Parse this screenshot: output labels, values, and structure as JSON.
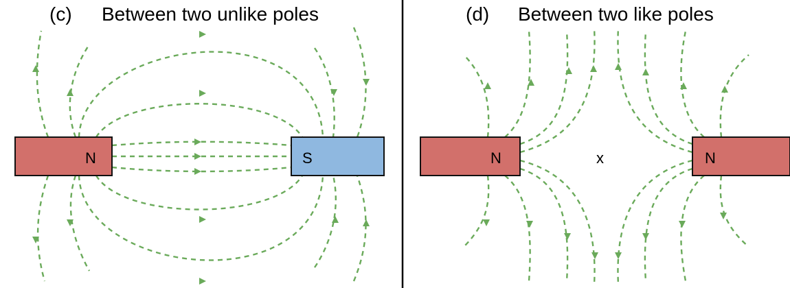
{
  "panels": [
    {
      "id": "c",
      "label": "(c)",
      "title": "Between two unlike poles",
      "magnets": [
        {
          "pole": "N",
          "color": "#d2706b"
        },
        {
          "pole": "S",
          "color": "#8fb8e0"
        }
      ]
    },
    {
      "id": "d",
      "label": "(d)",
      "title": "Between two like poles",
      "magnets": [
        {
          "pole": "N",
          "color": "#d2706b"
        },
        {
          "pole": "N",
          "color": "#d2706b"
        }
      ],
      "neutral_point_label": "x"
    }
  ],
  "colors": {
    "field_line": "#6aaa5a",
    "divider": "#000000",
    "magnet_outline": "#111111"
  }
}
